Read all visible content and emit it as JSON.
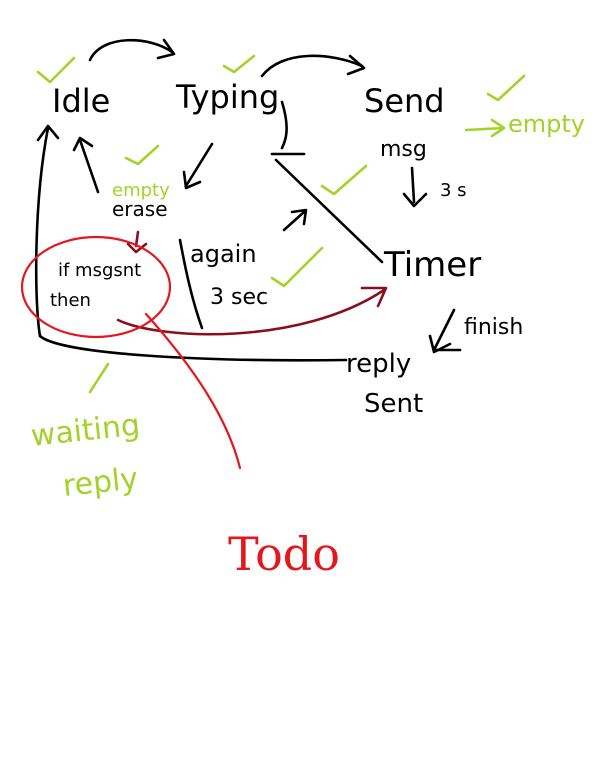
{
  "colors": {
    "ink": "#000000",
    "green": "#a4d22a",
    "red": "#e3171d",
    "maroon": "#8a0f1e",
    "background": "#ffffff"
  },
  "states": {
    "idle": "Idle",
    "typing": "Typing",
    "send": "Send",
    "send_msg": "msg",
    "timer": "Timer",
    "reply_sent_1": "reply",
    "reply_sent_2": "Sent"
  },
  "transitions": {
    "empty_erase_1": "empty",
    "empty_erase_2": "erase",
    "again_3sec_1": "again",
    "again_3sec_2": "3 sec",
    "timer_3s": "3 s",
    "finish": "finish",
    "send_empty": "empty"
  },
  "conditions": {
    "if_msg_sent_1": "if msgsnt",
    "if_msg_sent_2": "then"
  },
  "notes": {
    "waiting_reply_1": "waiting",
    "waiting_reply_2": "reply",
    "todo": "Todo"
  }
}
